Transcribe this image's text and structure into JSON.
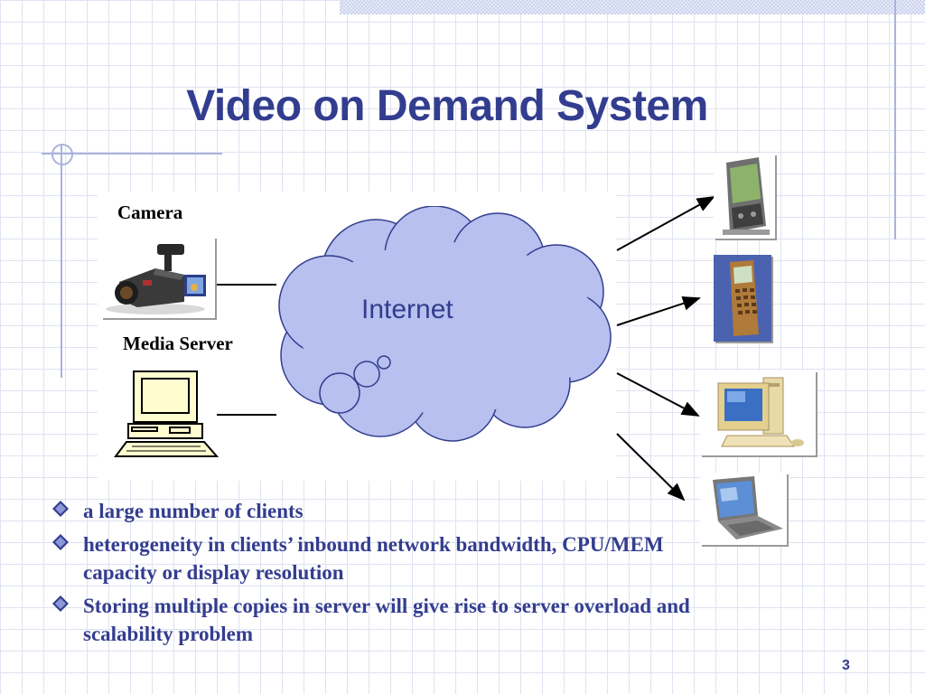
{
  "slide": {
    "title": "Video on Demand System",
    "page_number": "3"
  },
  "diagram": {
    "camera_label": "Camera",
    "server_label": "Media Server",
    "cloud_label": "Internet",
    "cloud_color": "#b7c0ee",
    "line_color": "#000000"
  },
  "bullets": [
    "a large number of clients",
    "heterogeneity in clients’ inbound network bandwidth, CPU/MEM capacity or display resolution",
    "Storing multiple copies in server will give rise to server overload and scalability problem"
  ],
  "colors": {
    "title": "#333d8f",
    "bullet_text": "#333d8f",
    "grid": "#dfe3f1"
  },
  "icons": [
    "camcorder-icon",
    "desktop-computer-icon",
    "pda-icon",
    "mobile-phone-icon",
    "desktop-pc-icon",
    "laptop-icon",
    "diamond-bullet-icon"
  ]
}
